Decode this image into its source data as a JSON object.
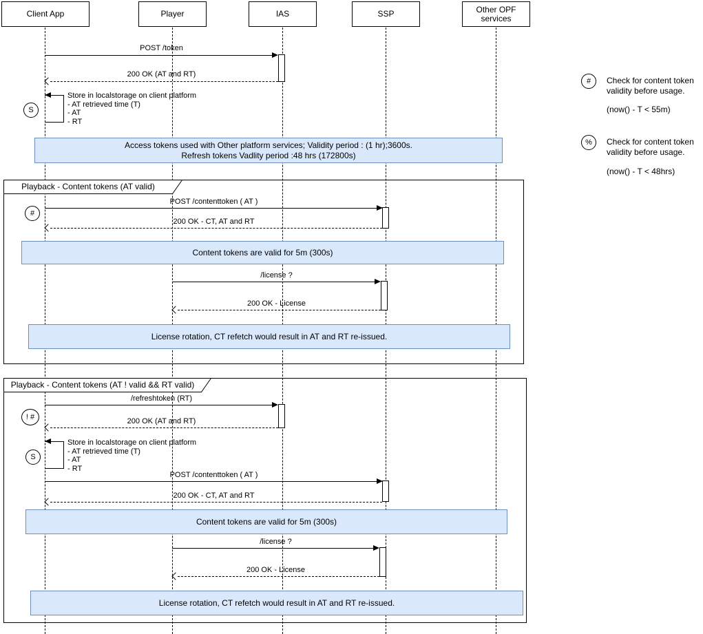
{
  "colors": {
    "note_fill": "#dae8fc",
    "note_border": "#6c8ebf"
  },
  "actors": [
    {
      "label": "Client App"
    },
    {
      "label": "Player"
    },
    {
      "label": "IAS"
    },
    {
      "label": "SSP"
    },
    {
      "label": "Other OPF services"
    }
  ],
  "markers": {
    "store": "S",
    "hash": "#",
    "not_hash": "! #",
    "percent": "%"
  },
  "sec1": {
    "post_token": "POST /token",
    "ok": "200 OK (AT and RT)",
    "store": [
      "Store in localstorage on client platform",
      "- AT retrieved time (T)",
      "- AT",
      "- RT"
    ],
    "note": [
      "Access tokens used with Other platform services; Validity period : (1 hr);3600s.",
      "Refresh tokens Vadlity period :48 hrs (172800s)"
    ]
  },
  "frame1": {
    "title": "Playback - Content tokens (AT valid)",
    "post_ct": "POST /contenttoken ( AT )",
    "ok_ct": "200 OK - CT, AT and RT",
    "note_ct": "Content tokens are valid for 5m (300s)",
    "license": "/license ?",
    "ok_license": "200 OK - License",
    "note_license": "License rotation, CT refetch would result in AT and RT re-issued."
  },
  "frame2": {
    "title": "Playback - Content tokens (AT ! valid && RT valid)",
    "refresh": "/refreshtoken (RT)",
    "ok_refresh": "200 OK (AT and RT)",
    "store": [
      "Store in localstorage on client platform",
      "- AT retrieved time (T)",
      "- AT",
      "- RT"
    ],
    "post_ct": "POST /contenttoken ( AT )",
    "ok_ct": "200 OK - CT, AT and RT",
    "note_ct": "Content tokens are valid for 5m (300s)",
    "license": "/license ?",
    "ok_license": "200 OK - License",
    "note_license": "License rotation, CT refetch would result in AT and RT re-issued."
  },
  "legend": [
    {
      "symbol": "#",
      "text": "Check for content token validity before usage.",
      "formula": "(now() - T < 55m)"
    },
    {
      "symbol": "%",
      "text": "Check for content token validity before usage.",
      "formula": "(now() - T <  48hrs)"
    }
  ]
}
